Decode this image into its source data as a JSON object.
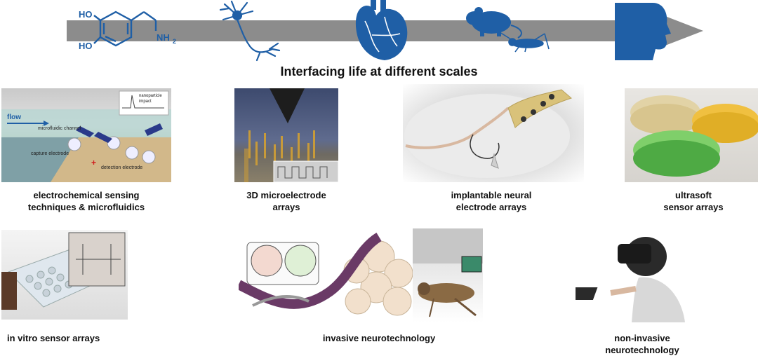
{
  "header": {
    "title": "Interfacing life at different scales",
    "molecule_labels": [
      "HO",
      "HO",
      "NH",
      "2"
    ]
  },
  "panels": {
    "electrochem": {
      "caption_lines": [
        "electrochemical sensing",
        "techniques & microfluidics"
      ],
      "inner_labels": {
        "flow": "flow",
        "channel": "microfluidic channel",
        "capture": "capture electrode",
        "detection": "detection electrode",
        "nanoparticle": "nanoparticle",
        "impact": "impact"
      }
    },
    "microelectrode": {
      "caption_lines": [
        "3D microelectrode",
        "arrays"
      ]
    },
    "implantable": {
      "caption_lines": [
        "implantable neural",
        "electrode arrays"
      ]
    },
    "ultrasoft": {
      "caption_lines": [
        "ultrasoft",
        "sensor arrays"
      ]
    },
    "invitro": {
      "caption_lines": [
        "in vitro sensor arrays"
      ]
    },
    "invasive": {
      "caption_lines": [
        "invasive neurotechnology"
      ]
    },
    "noninvasive": {
      "caption_lines": [
        "non-invasive",
        "neurotechnology"
      ]
    }
  },
  "colors": {
    "accent_blue": "#1f5fa6",
    "arrow_gray": "#8c8c8c"
  }
}
